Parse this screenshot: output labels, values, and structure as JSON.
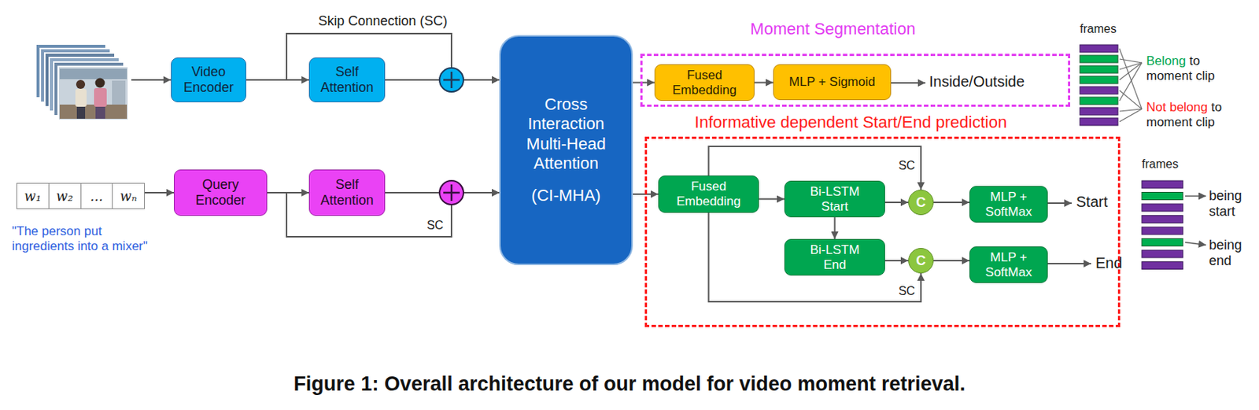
{
  "diagram": {
    "caption": "Figure 1: Overall architecture of our model for video moment retrieval.",
    "nodes": [
      {
        "text": [
          "Video Encoder"
        ]
      },
      {
        "text": [
          "Self Attention"
        ]
      },
      {
        "text": [
          "w₁",
          "w₂",
          "...",
          "wₙ"
        ]
      },
      {
        "text": [
          "Query Encoder"
        ]
      },
      {
        "text": [
          "Self Attention"
        ]
      },
      {
        "text": [
          "Cross Interaction Multi-Head Attention",
          "(CI-MHA)"
        ]
      },
      {
        "text": [
          "Moment Segmentation"
        ]
      },
      {
        "text": [
          "Fused Embedding"
        ],
        "in": 6
      },
      {
        "text": [
          "MLP + Sigmoid"
        ],
        "in": 6
      },
      {
        "text": [
          "Informative dependent Start/End prediction"
        ]
      },
      {
        "text": [
          "Fused Embedding"
        ],
        "in": 9
      },
      {
        "text": [
          "Bi-LSTM Start"
        ],
        "in": 9
      },
      {
        "text": [
          "C"
        ],
        "in": 9
      },
      {
        "text": [
          "MLP + SoftMax"
        ],
        "in": 9
      },
      {
        "text": [
          "Bi-LSTM End"
        ],
        "in": 9
      },
      {
        "text": [
          "C"
        ],
        "in": 9
      },
      {
        "text": [
          "MLP + SoftMax"
        ],
        "in": 9
      }
    ],
    "edges": [
      {
        "from": 0,
        "to": 1,
        "arrow": "to"
      },
      {
        "from": 1,
        "to": 5,
        "arrow": "to"
      },
      {
        "from": 0,
        "to": 5,
        "label": "Skip Connection (SC)",
        "arrow": "to"
      },
      {
        "from": 2,
        "to": 3,
        "arrow": "to"
      },
      {
        "from": 3,
        "to": 4,
        "arrow": "to"
      },
      {
        "from": 4,
        "to": 5,
        "arrow": "to"
      },
      {
        "from": 3,
        "to": 5,
        "label": "SC",
        "arrow": "to"
      },
      {
        "from": 5,
        "to": 7,
        "arrow": "to"
      },
      {
        "from": 5,
        "to": 10,
        "arrow": "to"
      },
      {
        "from": 7,
        "to": 8,
        "arrow": "to"
      },
      {
        "from": 10,
        "to": 11,
        "arrow": "to"
      },
      {
        "from": 11,
        "to": 12,
        "arrow": "to"
      },
      {
        "from": 10,
        "to": 12,
        "label": "SC",
        "arrow": "to"
      },
      {
        "from": 12,
        "to": 13,
        "arrow": "to"
      },
      {
        "from": 11,
        "to": 14,
        "arrow": "to"
      },
      {
        "from": 14,
        "to": 15,
        "arrow": "to"
      },
      {
        "from": 10,
        "to": 15,
        "label": "SC",
        "arrow": "to"
      },
      {
        "from": 15,
        "to": 16,
        "arrow": "to"
      }
    ],
    "labels": [
      "\"The person put ingredients into a mixer\"",
      "Inside/Outside",
      "Start",
      "End",
      "frames",
      "Belong",
      "to moment clip",
      "Not belong",
      "to moment clip",
      "frames",
      "being start",
      "being end"
    ]
  }
}
